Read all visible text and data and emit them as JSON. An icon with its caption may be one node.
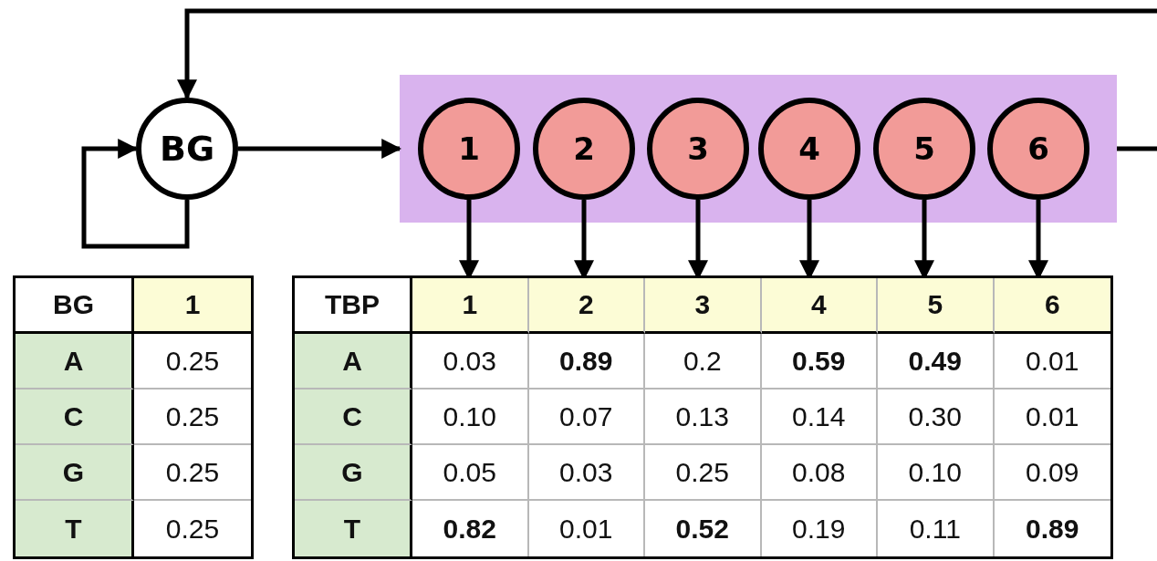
{
  "diagram": {
    "nodes": [
      {
        "text": [
          "BG"
        ]
      },
      {
        "text": [],
        "shape": "box"
      },
      {
        "text": [
          "1"
        ],
        "in": 1
      },
      {
        "text": [
          "2"
        ],
        "in": 1
      },
      {
        "text": [
          "3"
        ],
        "in": 1
      },
      {
        "text": [
          "4"
        ],
        "in": 1
      },
      {
        "text": [
          "5"
        ],
        "in": 1
      },
      {
        "text": [
          "6"
        ],
        "in": 1
      },
      {
        "text": [
          "1"
        ]
      },
      {
        "text": [
          "2"
        ]
      },
      {
        "text": [
          "3"
        ]
      },
      {
        "text": [
          "4"
        ]
      },
      {
        "text": [
          "5"
        ]
      },
      {
        "text": [
          "6"
        ]
      }
    ],
    "edges": [
      {
        "from": null,
        "to": 0,
        "arrow": "to"
      },
      {
        "from": 0,
        "to": 0,
        "arrow": "to"
      },
      {
        "from": 0,
        "to": 1,
        "arrow": "to"
      },
      {
        "from": 1,
        "to": null,
        "arrow": "none"
      },
      {
        "from": 2,
        "to": 8,
        "arrow": "to"
      },
      {
        "from": 3,
        "to": 9,
        "arrow": "to"
      },
      {
        "from": 4,
        "to": 10,
        "arrow": "to"
      },
      {
        "from": 5,
        "to": 11,
        "arrow": "to"
      },
      {
        "from": 6,
        "to": 12,
        "arrow": "to"
      },
      {
        "from": 7,
        "to": 13,
        "arrow": "to"
      }
    ],
    "labels": [
      "BG",
      "1",
      "A",
      "0.25",
      "C",
      "0.25",
      "G",
      "0.25",
      "T",
      "0.25",
      "TBP",
      "A",
      "0.03",
      "0.89",
      "0.2",
      "0.59",
      "0.49",
      "0.01",
      "C",
      "0.10",
      "0.07",
      "0.13",
      "0.14",
      "0.30",
      "0.01",
      "G",
      "0.05",
      "0.03",
      "0.25",
      "0.08",
      "0.10",
      "0.09",
      "T",
      "0.82",
      "0.01",
      "0.52",
      "0.19",
      "0.11",
      "0.89"
    ]
  }
}
